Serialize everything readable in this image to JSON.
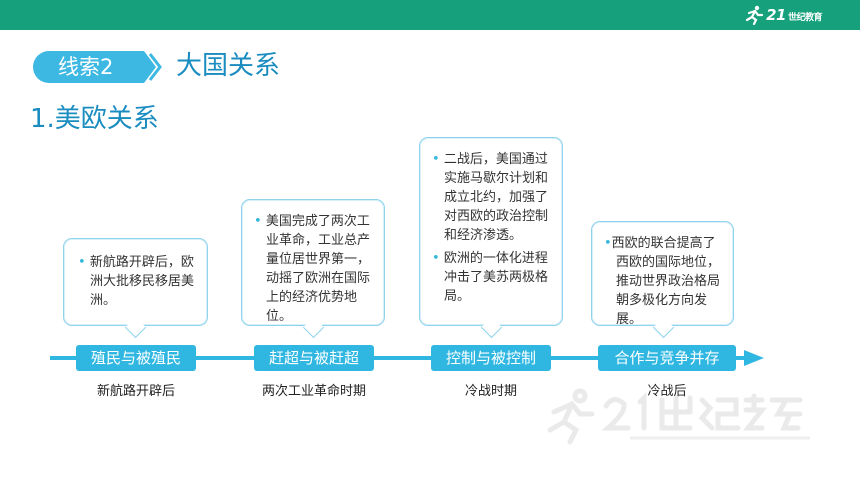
{
  "header": {
    "brand_logo_icon": "runner-logo-icon",
    "brand_text": "21",
    "brand_subtext": "世纪教育",
    "bar_color": "#16a07c"
  },
  "section": {
    "tag_label": "线索2",
    "tag_color": "#3db8e2",
    "title": "大国关系",
    "subtitle": "1.美欧关系",
    "title_color": "#1a8cc0"
  },
  "cards": [
    {
      "paragraphs": [
        "新航路开辟后，欧洲大批移民移居美洲。"
      ]
    },
    {
      "paragraphs": [
        "美国完成了两次工业革命，工业总产量位居世界第一，动摇了欧洲在国际上的经济优势地位。"
      ]
    },
    {
      "paragraphs": [
        "二战后，美国通过实施马歇尔计划和成立北约，加强了对西欧的政治控制和经济渗透。",
        "欧洲的一体化进程冲击了美苏两极格局。"
      ]
    },
    {
      "paragraphs": [
        "西欧的联合提高了西欧的国际地位，推动世界政治格局朝多极化方向发展。"
      ]
    }
  ],
  "timeline": {
    "color": "#2fb7e2",
    "stages": [
      {
        "label": "殖民与被殖民",
        "period": "新航路开辟后"
      },
      {
        "label": "赶超与被赶超",
        "period": "两次工业革命时期"
      },
      {
        "label": "控制与被控制",
        "period": "冷战时期"
      },
      {
        "label": "合作与竞争并存",
        "period": "冷战后"
      }
    ]
  }
}
